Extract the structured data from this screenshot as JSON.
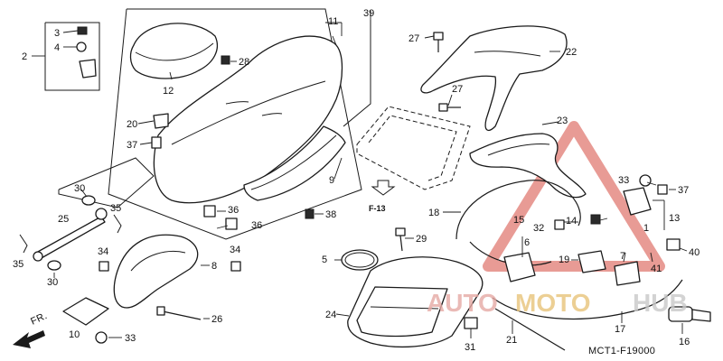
{
  "diagram": {
    "catalog_code": "MCT1-F19000",
    "direction_label": "FR.",
    "reference_label": "F-13",
    "part_numbers": [
      "2",
      "3",
      "4",
      "5",
      "6",
      "7",
      "8",
      "9",
      "10",
      "11",
      "12",
      "13",
      "14",
      "15",
      "16",
      "17",
      "18",
      "19",
      "20",
      "21",
      "22",
      "23",
      "24",
      "25",
      "26",
      "27",
      "27",
      "28",
      "29",
      "30",
      "30",
      "31",
      "32",
      "33",
      "33",
      "34",
      "34",
      "35",
      "35",
      "36",
      "36",
      "37",
      "37",
      "38",
      "39",
      "40",
      "41",
      "1"
    ]
  },
  "watermark": {
    "brand_auto": "AUTO",
    "brand_moto": "MOTO",
    "brand_hub": "HUB",
    "colors": {
      "auto": "#e6a9a4",
      "moto": "#e8c47a",
      "hub": "#c9c9c9",
      "triangle": "#e07a72"
    }
  },
  "labels": {
    "n1": "1",
    "n2": "2",
    "n3": "3",
    "n4": "4",
    "n5": "5",
    "n6": "6",
    "n7": "7",
    "n8": "8",
    "n9": "9",
    "n10": "10",
    "n11": "11",
    "n12": "12",
    "n13": "13",
    "n14": "14",
    "n15": "15",
    "n16": "16",
    "n17": "17",
    "n18": "18",
    "n19": "19",
    "n20": "20",
    "n21": "21",
    "n22": "22",
    "n23": "23",
    "n24": "24",
    "n25": "25",
    "n26": "26",
    "n27": "27",
    "n28": "28",
    "n29": "29",
    "n30": "30",
    "n31": "31",
    "n32": "32",
    "n33": "33",
    "n34": "34",
    "n35": "35",
    "n36": "36",
    "n37": "37",
    "n38": "38",
    "n39": "39",
    "n40": "40",
    "n41": "41"
  }
}
